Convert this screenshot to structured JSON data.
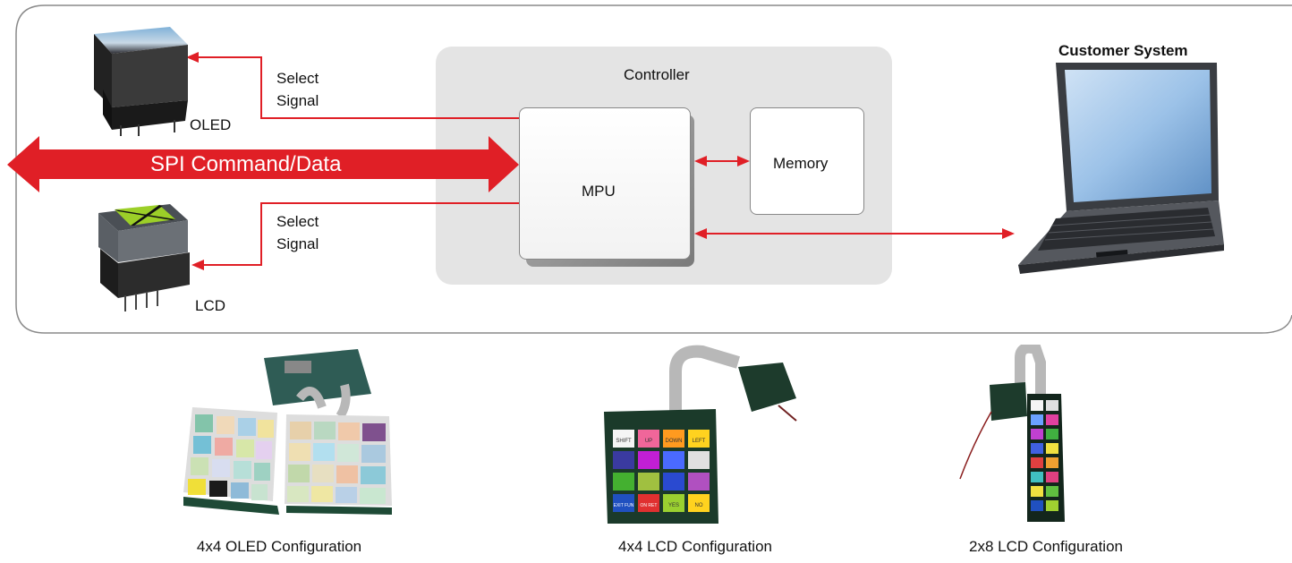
{
  "diagram": {
    "controller_label": "Controller",
    "mpu_label": "MPU",
    "memory_label": "Memory",
    "customer_label": "Customer System",
    "spi_label": "SPI Command/Data",
    "oled_select_line1": "Select",
    "oled_select_line2": "Signal",
    "lcd_select_line1": "Select",
    "lcd_select_line2": "Signal",
    "oled_label": "OLED",
    "lcd_label": "LCD"
  },
  "configurations": [
    {
      "caption": "4x4 OLED Configuration"
    },
    {
      "caption": "4x4 LCD Configuration"
    },
    {
      "caption": "2x8 LCD Configuration"
    }
  ],
  "lcd_keypad_keys": [
    "SHIFT",
    "UP",
    "DOWN",
    "LEFT",
    "",
    "",
    "",
    "",
    "",
    "",
    "",
    "",
    "EXIT FUN",
    "ON RET",
    "YES",
    "NO"
  ],
  "colors": {
    "accent_red": "#e01f26",
    "controller_bg": "#e4e4e4",
    "frame_border": "#8a8a8a"
  }
}
